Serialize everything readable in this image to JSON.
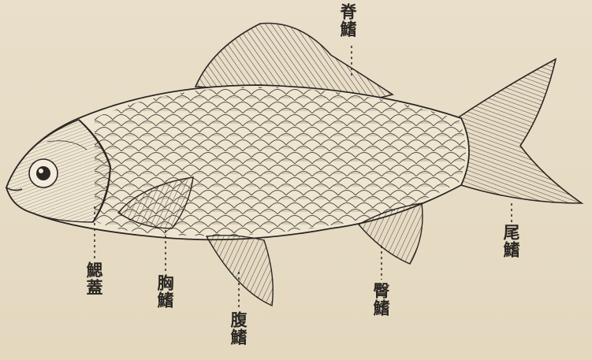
{
  "labels": {
    "dorsal_fin": "脊鰭",
    "caudal_fin": "尾鰭",
    "gill_cover": "鰓蓋",
    "pectoral_fin": "胸鰭",
    "pelvic_fin": "腹鰭",
    "anal_fin": "臀鰭"
  },
  "colors": {
    "paper": "#e7dcc6",
    "ink": "#2b2723"
  }
}
